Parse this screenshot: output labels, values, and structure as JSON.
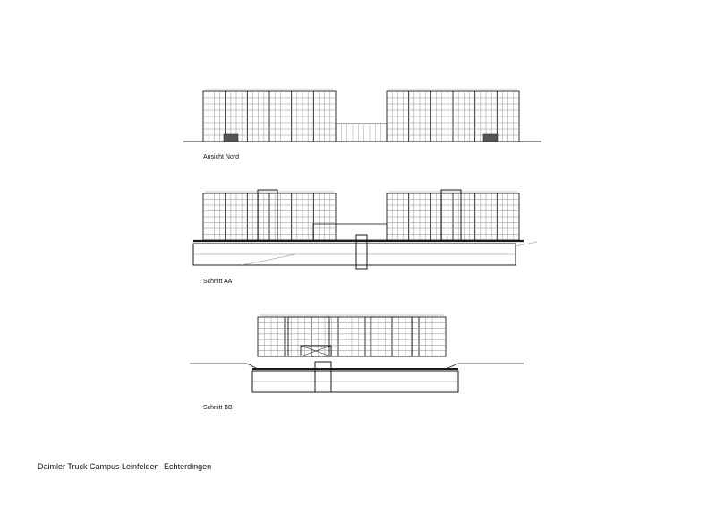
{
  "drawings": [
    {
      "label": "Ansicht Nord"
    },
    {
      "label": "Schnitt AA"
    },
    {
      "label": "Schnitt BB"
    }
  ],
  "caption": "Daimler Truck Campus Leinfelden- Echterdingen",
  "colors": {
    "line": "#1a1a1a",
    "grid": "#8a8a8a",
    "background": "#ffffff"
  }
}
